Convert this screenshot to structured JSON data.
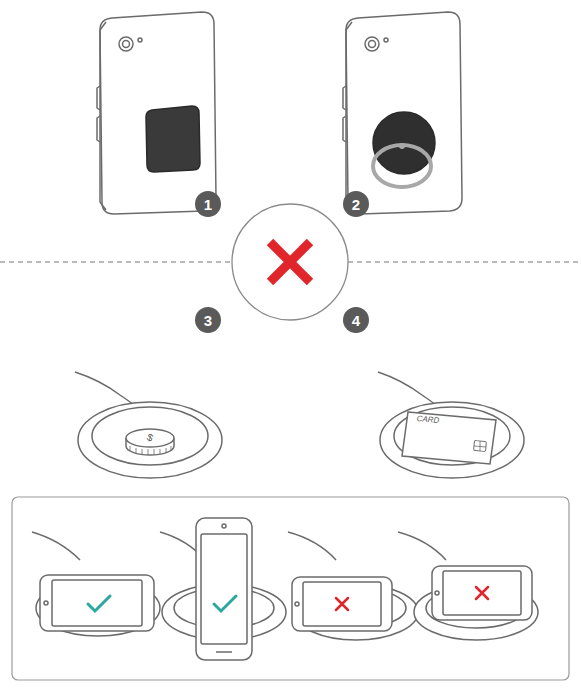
{
  "diagram": {
    "labels": [
      "1",
      "2",
      "3",
      "4",
      "$",
      "CARD"
    ]
  }
}
